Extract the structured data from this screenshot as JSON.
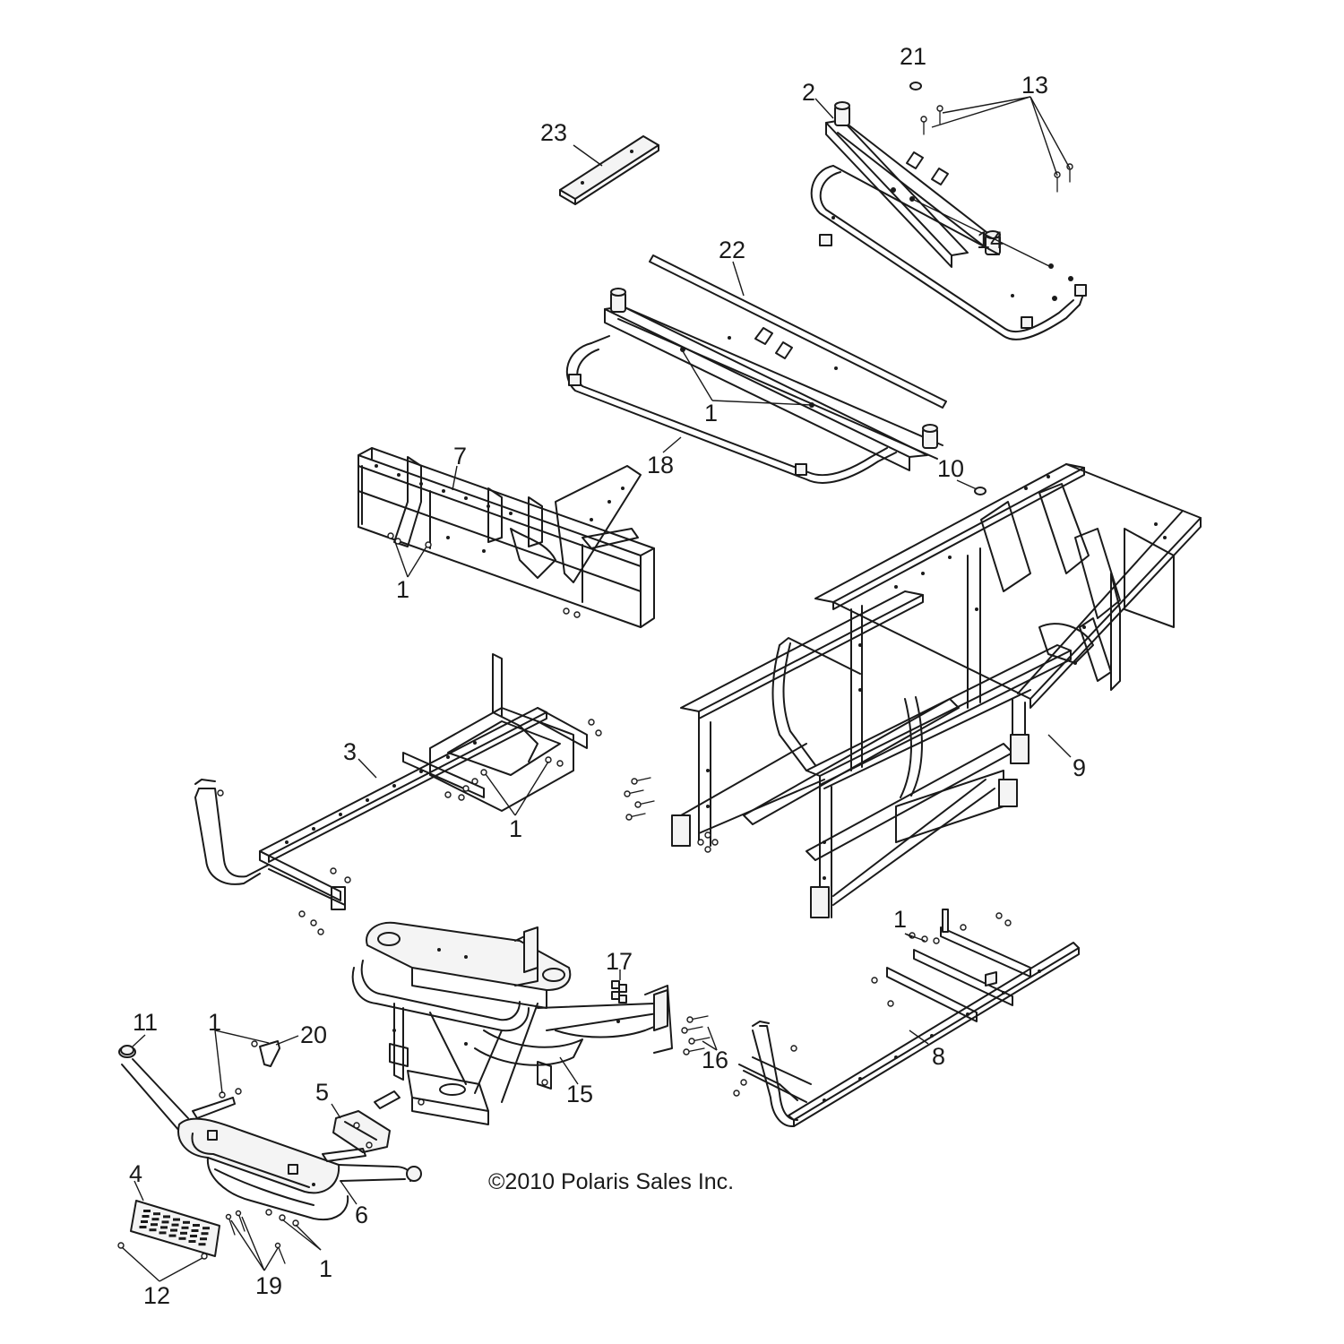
{
  "diagram": {
    "callouts": [
      {
        "id": "c21",
        "text": "21"
      },
      {
        "id": "c2",
        "text": "2"
      },
      {
        "id": "c13",
        "text": "13"
      },
      {
        "id": "c23",
        "text": "23"
      },
      {
        "id": "c14",
        "text": "14"
      },
      {
        "id": "c22",
        "text": "22"
      },
      {
        "id": "c1a",
        "text": "1"
      },
      {
        "id": "c7",
        "text": "7"
      },
      {
        "id": "c18",
        "text": "18"
      },
      {
        "id": "c10",
        "text": "10"
      },
      {
        "id": "c1b",
        "text": "1"
      },
      {
        "id": "c3",
        "text": "3"
      },
      {
        "id": "c9",
        "text": "9"
      },
      {
        "id": "c1c",
        "text": "1"
      },
      {
        "id": "c1d",
        "text": "1"
      },
      {
        "id": "c17",
        "text": "17"
      },
      {
        "id": "c11",
        "text": "11"
      },
      {
        "id": "c1e",
        "text": "1"
      },
      {
        "id": "c20",
        "text": "20"
      },
      {
        "id": "c16",
        "text": "16"
      },
      {
        "id": "c8",
        "text": "8"
      },
      {
        "id": "c15",
        "text": "15"
      },
      {
        "id": "c5",
        "text": "5"
      },
      {
        "id": "c4",
        "text": "4"
      },
      {
        "id": "c6",
        "text": "6"
      },
      {
        "id": "c1f",
        "text": "1"
      },
      {
        "id": "c12",
        "text": "12"
      },
      {
        "id": "c19",
        "text": "19"
      }
    ],
    "copyright": "©2010 Polaris Sales Inc."
  }
}
